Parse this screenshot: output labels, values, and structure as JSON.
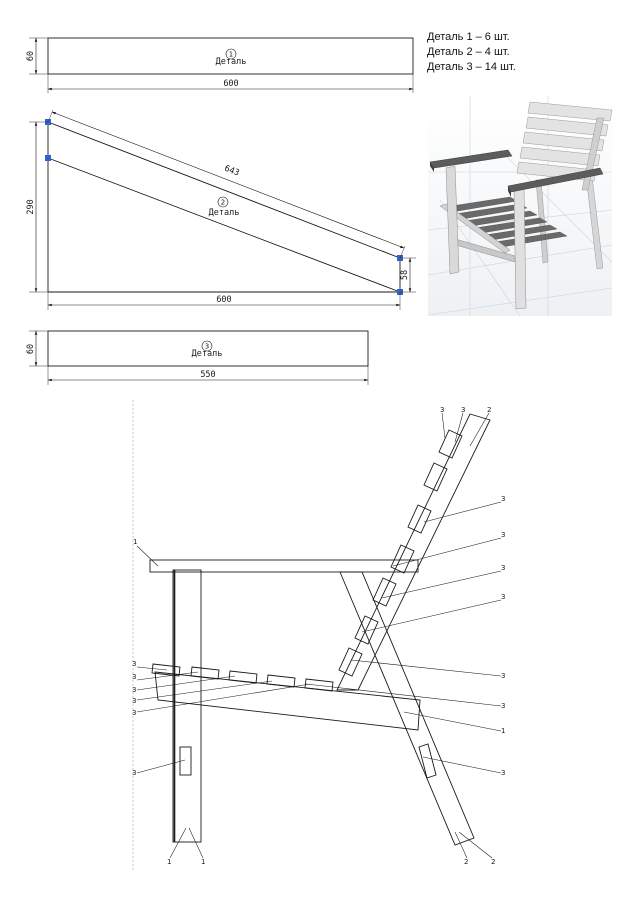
{
  "parts_list": [
    "Деталь 1 –    6 шт.",
    "Деталь 2 –    4 шт.",
    "Деталь 3 – 14 шт."
  ],
  "part_1": {
    "number": "1",
    "caption": "Деталь",
    "width": "600",
    "height": "60"
  },
  "part_2": {
    "number": "2",
    "caption": "Деталь",
    "width": "600",
    "height": "290",
    "diagonal": "643",
    "end_height": "58"
  },
  "part_3": {
    "number": "3",
    "caption": "Деталь",
    "width": "550",
    "height": "60"
  },
  "colors": {
    "line": "#1a1a1a",
    "vertex_marker": "#2f63c9",
    "render_bg": "#f7f7f7",
    "render_wood": "#d9d9d9",
    "render_dark": "#5a5a5a"
  },
  "assembly": {
    "labels": {
      "n1": "1",
      "n2": "2",
      "n3": "3"
    }
  }
}
